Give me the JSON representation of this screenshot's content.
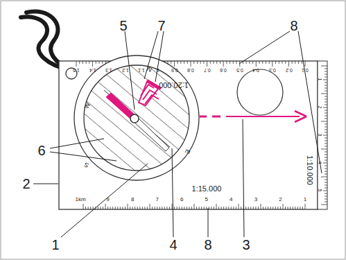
{
  "diagram": {
    "labels": [
      "5",
      "7",
      "8",
      "6",
      "2",
      "1",
      "4",
      "8",
      "3",
      "1:20.000",
      "1:10.000",
      "1:15.000",
      "N",
      "E",
      "S",
      "W",
      "1km",
      "9",
      "8",
      "7",
      "6",
      "5",
      "4",
      "3",
      "2",
      "1",
      "1",
      "2",
      "3",
      "4",
      "5",
      "0.1",
      "0.2",
      "0.3",
      "0.4",
      "0.5",
      "0.6",
      "0.7",
      "0.8",
      "0.9",
      "1",
      "1.1",
      "1.2",
      "1.3",
      "1.4",
      "1.5"
    ]
  }
}
